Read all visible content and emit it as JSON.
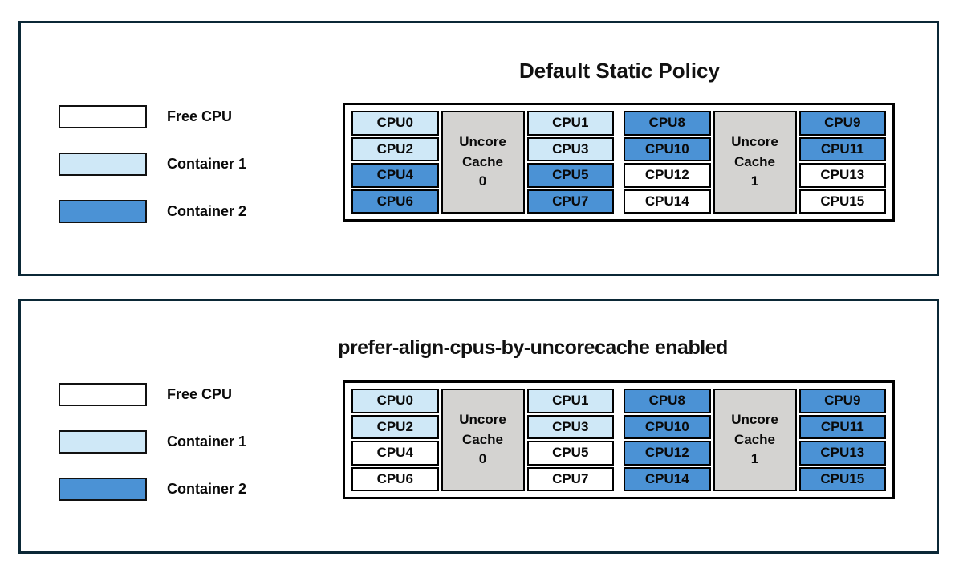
{
  "colors": {
    "free_cpu": "#ffffff",
    "container1": "#cfe8f7",
    "container2": "#4b92d5",
    "cache_box": "#d4d3d1",
    "panel_border": "#0b2836",
    "diagram_border": "#000000"
  },
  "legend": {
    "items": [
      {
        "label": "Free CPU",
        "color": "#ffffff"
      },
      {
        "label": "Container 1",
        "color": "#cfe8f7"
      },
      {
        "label": "Container 2",
        "color": "#4b92d5"
      }
    ]
  },
  "panels": [
    {
      "title": "Default Static Policy",
      "caches": [
        {
          "label": "Uncore\nCache\n0",
          "left": [
            {
              "label": "CPU0",
              "owner": "Container 1",
              "color": "#cfe8f7"
            },
            {
              "label": "CPU2",
              "owner": "Container 1",
              "color": "#cfe8f7"
            },
            {
              "label": "CPU4",
              "owner": "Container 2",
              "color": "#4b92d5"
            },
            {
              "label": "CPU6",
              "owner": "Container 2",
              "color": "#4b92d5"
            }
          ],
          "right": [
            {
              "label": "CPU1",
              "owner": "Container 1",
              "color": "#cfe8f7"
            },
            {
              "label": "CPU3",
              "owner": "Container 1",
              "color": "#cfe8f7"
            },
            {
              "label": "CPU5",
              "owner": "Container 2",
              "color": "#4b92d5"
            },
            {
              "label": "CPU7",
              "owner": "Container 2",
              "color": "#4b92d5"
            }
          ]
        },
        {
          "label": "Uncore\nCache\n1",
          "left": [
            {
              "label": "CPU8",
              "owner": "Container 2",
              "color": "#4b92d5"
            },
            {
              "label": "CPU10",
              "owner": "Container 2",
              "color": "#4b92d5"
            },
            {
              "label": "CPU12",
              "owner": "Free CPU",
              "color": "#ffffff"
            },
            {
              "label": "CPU14",
              "owner": "Free CPU",
              "color": "#ffffff"
            }
          ],
          "right": [
            {
              "label": "CPU9",
              "owner": "Container 2",
              "color": "#4b92d5"
            },
            {
              "label": "CPU11",
              "owner": "Container 2",
              "color": "#4b92d5"
            },
            {
              "label": "CPU13",
              "owner": "Free CPU",
              "color": "#ffffff"
            },
            {
              "label": "CPU15",
              "owner": "Free CPU",
              "color": "#ffffff"
            }
          ]
        }
      ]
    },
    {
      "title": "prefer-align-cpus-by-uncorecache enabled",
      "caches": [
        {
          "label": "Uncore\nCache\n0",
          "left": [
            {
              "label": "CPU0",
              "owner": "Container 1",
              "color": "#cfe8f7"
            },
            {
              "label": "CPU2",
              "owner": "Container 1",
              "color": "#cfe8f7"
            },
            {
              "label": "CPU4",
              "owner": "Free CPU",
              "color": "#ffffff"
            },
            {
              "label": "CPU6",
              "owner": "Free CPU",
              "color": "#ffffff"
            }
          ],
          "right": [
            {
              "label": "CPU1",
              "owner": "Container 1",
              "color": "#cfe8f7"
            },
            {
              "label": "CPU3",
              "owner": "Container 1",
              "color": "#cfe8f7"
            },
            {
              "label": "CPU5",
              "owner": "Free CPU",
              "color": "#ffffff"
            },
            {
              "label": "CPU7",
              "owner": "Free CPU",
              "color": "#ffffff"
            }
          ]
        },
        {
          "label": "Uncore\nCache\n1",
          "left": [
            {
              "label": "CPU8",
              "owner": "Container 2",
              "color": "#4b92d5"
            },
            {
              "label": "CPU10",
              "owner": "Container 2",
              "color": "#4b92d5"
            },
            {
              "label": "CPU12",
              "owner": "Container 2",
              "color": "#4b92d5"
            },
            {
              "label": "CPU14",
              "owner": "Container 2",
              "color": "#4b92d5"
            }
          ],
          "right": [
            {
              "label": "CPU9",
              "owner": "Container 2",
              "color": "#4b92d5"
            },
            {
              "label": "CPU11",
              "owner": "Container 2",
              "color": "#4b92d5"
            },
            {
              "label": "CPU13",
              "owner": "Container 2",
              "color": "#4b92d5"
            },
            {
              "label": "CPU15",
              "owner": "Container 2",
              "color": "#4b92d5"
            }
          ]
        }
      ]
    }
  ]
}
